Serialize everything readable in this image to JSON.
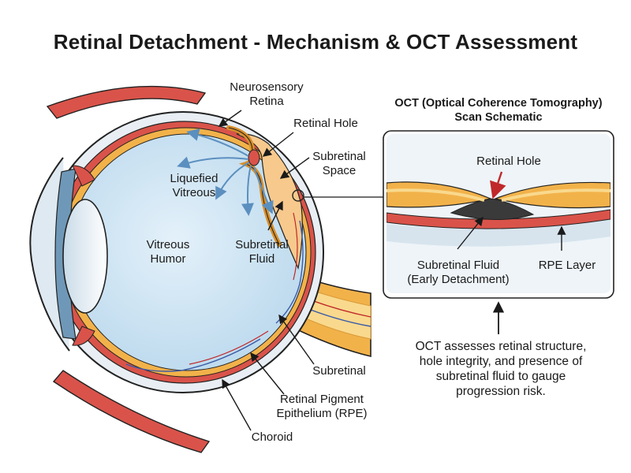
{
  "title": "Retinal Detachment - Mechanism & OCT Assessment",
  "eye_labels": {
    "neurosensory_retina_1": "Neurosensory",
    "neurosensory_retina_2": "Retina",
    "retinal_hole": "Retinal Hole",
    "subretinal_space_1": "Subretinal",
    "subretinal_space_2": "Space",
    "liquefied_vitreous_1": "Liquefied",
    "liquefied_vitreous_2": "Vitreous",
    "vitreous_humor_1": "Vitreous",
    "vitreous_humor_2": "Humor",
    "subretinal_fluid_1": "Subretinal",
    "subretinal_fluid_2": "Fluid",
    "subretinal": "Subretinal",
    "rpe_1": "Retinal Pigment",
    "rpe_2": "Epithelium (RPE)",
    "choroid": "Choroid"
  },
  "oct": {
    "heading_1": "OCT (Optical Coherence Tomography)",
    "heading_2": "Scan Schematic",
    "retinal_hole": "Retinal Hole",
    "subretinal_fluid_1": "Subretinal Fluid",
    "subretinal_fluid_2": "(Early Detachment)",
    "rpe_layer": "RPE Layer"
  },
  "note": {
    "line_1": "OCT assesses retinal structure,",
    "line_2": "hole integrity, and presence of",
    "line_3": "subretinal fluid to gauge",
    "line_4": "progression risk."
  },
  "colors": {
    "retina": "#f2b24a",
    "retina_light": "#f9d98d",
    "choroid": "#d9534a",
    "sclera": "#e8eef3",
    "vitreous": "#cfe5f3",
    "outline": "#222222",
    "hole_arrow": "#c0282a",
    "fluid": "#3a3a3a"
  }
}
